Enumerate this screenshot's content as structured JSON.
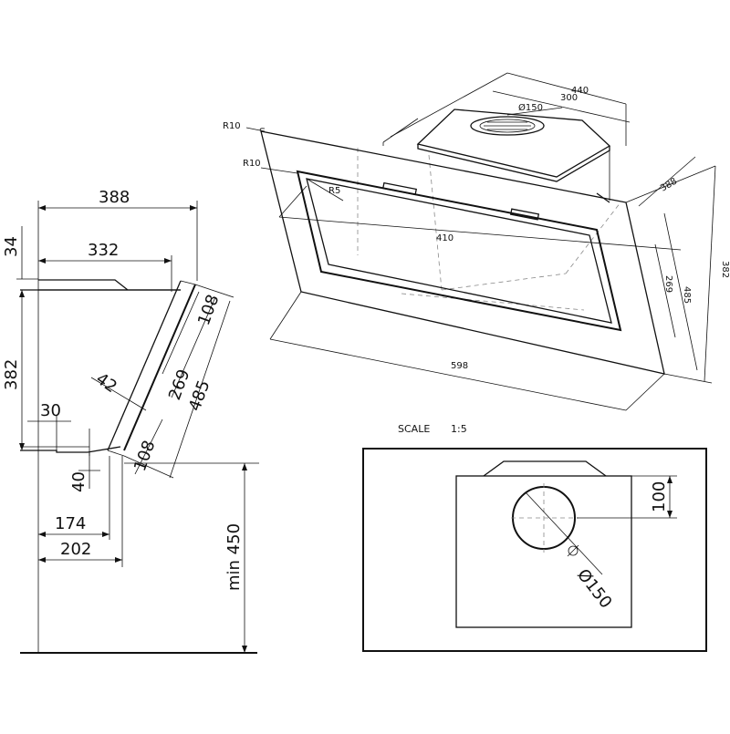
{
  "side_view": {
    "w388": "388",
    "h34": "34",
    "w332": "332",
    "h382": "382",
    "w30": "30",
    "d42": "42",
    "d108_top": "108",
    "d269": "269",
    "d485": "485",
    "d108_bottom": "108",
    "h40": "40",
    "w174": "174",
    "w202": "202",
    "min450": "min 450"
  },
  "perspective_view": {
    "w440": "440",
    "w300": "300",
    "dia150": "Ø150",
    "r10_a": "R10",
    "r10_b": "R10",
    "r5": "R5",
    "w410": "410",
    "d388": "388",
    "h382": "382",
    "h269": "269",
    "h485": "485",
    "w598": "598"
  },
  "detail_view": {
    "scale_label": "SCALE",
    "scale_value": "1:5",
    "h100": "100",
    "dia150": "Ø150"
  }
}
